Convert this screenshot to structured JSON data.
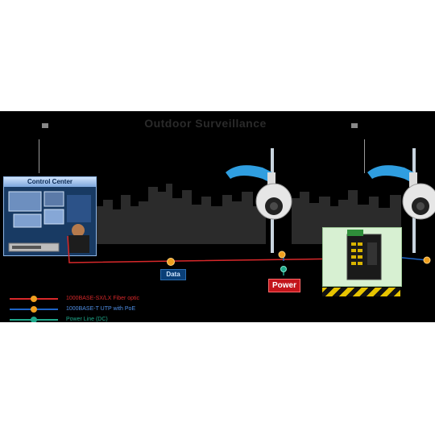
{
  "header": {
    "title": "Outdoor Surveillance"
  },
  "control_center": {
    "title": "Control Center"
  },
  "tags": {
    "data": "Data",
    "power": "Power"
  },
  "legend": [
    {
      "label": "1000BASE-SX/LX Fiber optic",
      "color": "#d8282a"
    },
    {
      "label": "1000BASE-T UTP with PoE",
      "color": "#1e64c8"
    },
    {
      "label": "Power Line (DC)",
      "color": "#1fa88a"
    }
  ],
  "colors": {
    "fiber": "#d8282a",
    "utp": "#1e64c8",
    "power": "#1fa88a",
    "node": "#f0a020"
  }
}
